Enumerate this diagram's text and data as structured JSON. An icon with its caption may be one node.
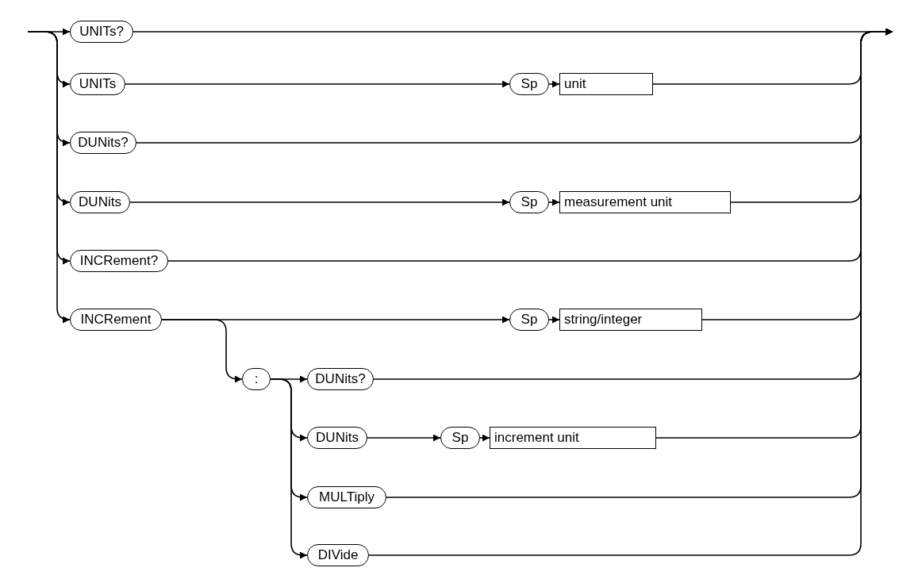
{
  "diagram": {
    "nodes": [
      {
        "text": [
          "UNITs?"
        ]
      },
      {
        "text": [
          "UNITs"
        ]
      },
      {
        "text": [
          "Sp"
        ]
      },
      {
        "text": [
          "unit"
        ]
      },
      {
        "text": [
          "DUNits?"
        ]
      },
      {
        "text": [
          "DUNits"
        ]
      },
      {
        "text": [
          "Sp"
        ]
      },
      {
        "text": [
          "measurement unit"
        ]
      },
      {
        "text": [
          "INCRement?"
        ]
      },
      {
        "text": [
          "INCRement"
        ]
      },
      {
        "text": [
          "Sp"
        ]
      },
      {
        "text": [
          "string/integer"
        ]
      },
      {
        "text": [
          ":"
        ]
      },
      {
        "text": [
          "DUNits?"
        ]
      },
      {
        "text": [
          "DUNits"
        ]
      },
      {
        "text": [
          "Sp"
        ]
      },
      {
        "text": [
          "increment unit"
        ]
      },
      {
        "text": [
          "MULTiply"
        ]
      },
      {
        "text": [
          "DIVide"
        ]
      }
    ],
    "edges": [
      {
        "from": null,
        "to": 0,
        "arrow": "to"
      },
      {
        "from": null,
        "to": 1,
        "arrow": "to"
      },
      {
        "from": null,
        "to": 4,
        "arrow": "to"
      },
      {
        "from": null,
        "to": 5,
        "arrow": "to"
      },
      {
        "from": null,
        "to": 8,
        "arrow": "to"
      },
      {
        "from": null,
        "to": 9,
        "arrow": "to"
      },
      {
        "from": 1,
        "to": 2,
        "arrow": "to"
      },
      {
        "from": 2,
        "to": 3,
        "arrow": "to"
      },
      {
        "from": 5,
        "to": 6,
        "arrow": "to"
      },
      {
        "from": 6,
        "to": 7,
        "arrow": "to"
      },
      {
        "from": 9,
        "to": 10,
        "arrow": "to"
      },
      {
        "from": 10,
        "to": 11,
        "arrow": "to"
      },
      {
        "from": 9,
        "to": 12,
        "arrow": "to"
      },
      {
        "from": 12,
        "to": 13,
        "arrow": "to"
      },
      {
        "from": 12,
        "to": 14,
        "arrow": "to"
      },
      {
        "from": 12,
        "to": 17,
        "arrow": "to"
      },
      {
        "from": 12,
        "to": 18,
        "arrow": "to"
      },
      {
        "from": 14,
        "to": 15,
        "arrow": "to"
      },
      {
        "from": 15,
        "to": 16,
        "arrow": "to"
      },
      {
        "from": 0,
        "to": null,
        "arrow": "to"
      },
      {
        "from": 3,
        "to": null,
        "arrow": "to"
      },
      {
        "from": 4,
        "to": null,
        "arrow": "to"
      },
      {
        "from": 7,
        "to": null,
        "arrow": "to"
      },
      {
        "from": 8,
        "to": null,
        "arrow": "to"
      },
      {
        "from": 11,
        "to": null,
        "arrow": "to"
      },
      {
        "from": 13,
        "to": null,
        "arrow": "to"
      },
      {
        "from": 16,
        "to": null,
        "arrow": "to"
      },
      {
        "from": 17,
        "to": null,
        "arrow": "to"
      },
      {
        "from": 18,
        "to": null,
        "arrow": "to"
      }
    ]
  }
}
